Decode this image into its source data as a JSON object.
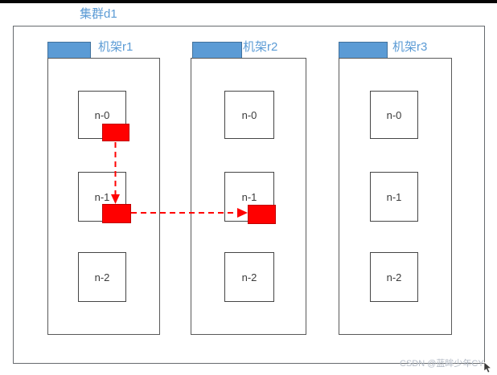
{
  "title": {
    "text": "集群d1"
  },
  "cluster": {
    "racks": [
      {
        "id": "r1",
        "label": "机架r1",
        "nodes": [
          "n-0",
          "n-1",
          "n-2"
        ]
      },
      {
        "id": "r2",
        "label": "机架r2",
        "nodes": [
          "n-0",
          "n-1",
          "n-2"
        ]
      },
      {
        "id": "r3",
        "label": "机架r3",
        "nodes": [
          "n-0",
          "n-1",
          "n-2"
        ]
      }
    ]
  },
  "replicas": {
    "blocks": [
      {
        "rack": "r1",
        "node": "n-0"
      },
      {
        "rack": "r1",
        "node": "n-1"
      },
      {
        "rack": "r2",
        "node": "n-1"
      }
    ],
    "arrows": [
      {
        "from": "r1/n-0",
        "to": "r1/n-1",
        "direction": "down",
        "style": "red-dashed"
      },
      {
        "from": "r1/n-1",
        "to": "r2/n-1",
        "direction": "right",
        "style": "red-dashed"
      }
    ]
  },
  "colors": {
    "accent_blue": "#5B9BD5",
    "tab_border_blue": "#41719C",
    "replica_red": "#FF0000",
    "border_gray": "#595959",
    "node_text": "#3B3B3B",
    "watermark_gray": "#B4BBC6",
    "top_bar_black": "#050505"
  },
  "watermark": {
    "text": "CSDN @蓝眸少年CY"
  }
}
